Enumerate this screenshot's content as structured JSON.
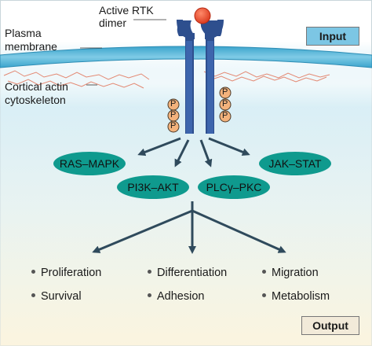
{
  "labels": {
    "receptor": "Active RTK\ndimer",
    "membrane": "Plasma\nmembrane",
    "actin": "Cortical actin\ncytoskeleton"
  },
  "phospho_symbol": "P",
  "input_label": "Input",
  "output_label": "Output",
  "pathways": [
    "RAS–MAPK",
    "PI3K–AKT",
    "PLCγ–PKC",
    "JAK–STAT"
  ],
  "outcomes": [
    "Proliferation",
    "Differentiation",
    "Migration",
    "Survival",
    "Adhesion",
    "Metabolism"
  ],
  "colors": {
    "membrane": "#58b7d8",
    "receptor": "#2e4f8e",
    "ligand": "#e8462a",
    "phospho": "#f3b27c",
    "pathway_fill": "#0f9a8e",
    "arrow": "#2f4a5c",
    "input_box": "#7cc6e4",
    "output_box": "#f2ead9",
    "actin": "#e27c64"
  }
}
